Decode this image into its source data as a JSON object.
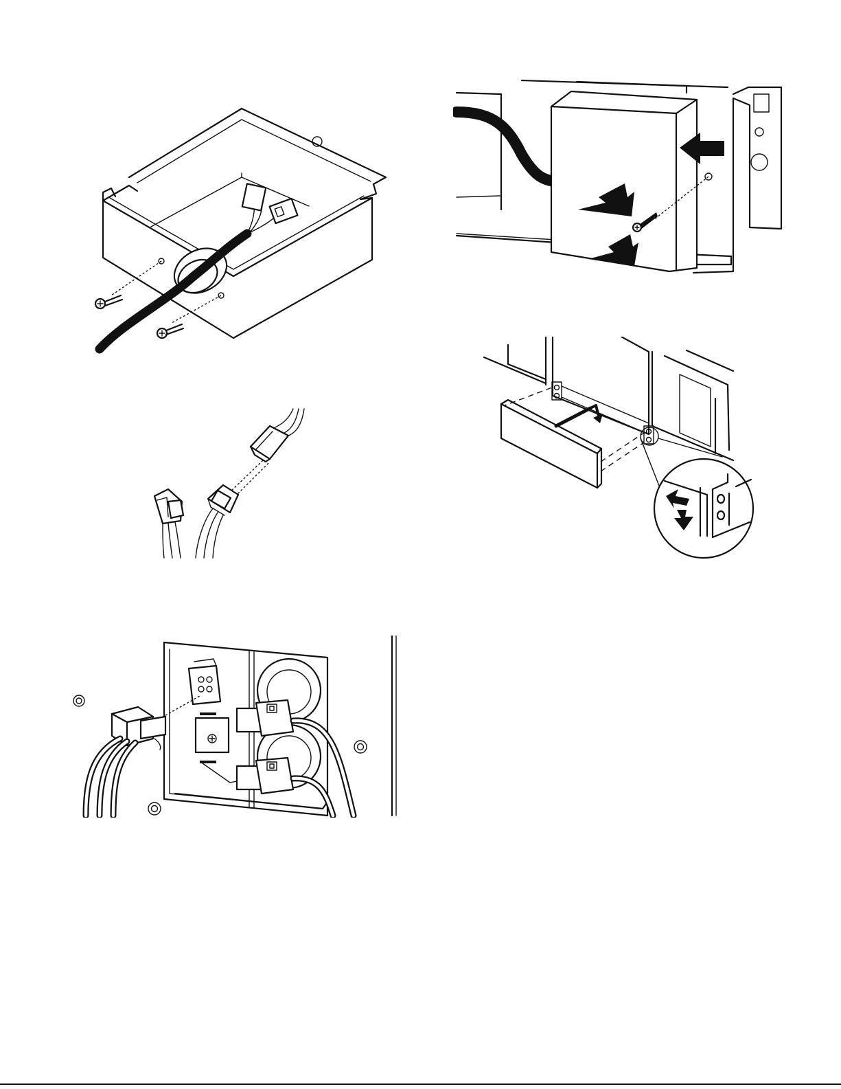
{
  "figures": [
    {
      "id": "fig-junction-box",
      "icon": "junction-box-cable-illustration"
    },
    {
      "id": "fig-terminal-cover",
      "icon": "terminal-cover-install-illustration"
    },
    {
      "id": "fig-connector-pair",
      "icon": "wire-connector-pair-illustration"
    },
    {
      "id": "fig-panel-trim",
      "icon": "panel-trim-install-illustration"
    },
    {
      "id": "fig-rear-connections",
      "icon": "rear-connector-panel-illustration"
    }
  ],
  "colors": {
    "line": "#111111",
    "background": "#ffffff"
  }
}
